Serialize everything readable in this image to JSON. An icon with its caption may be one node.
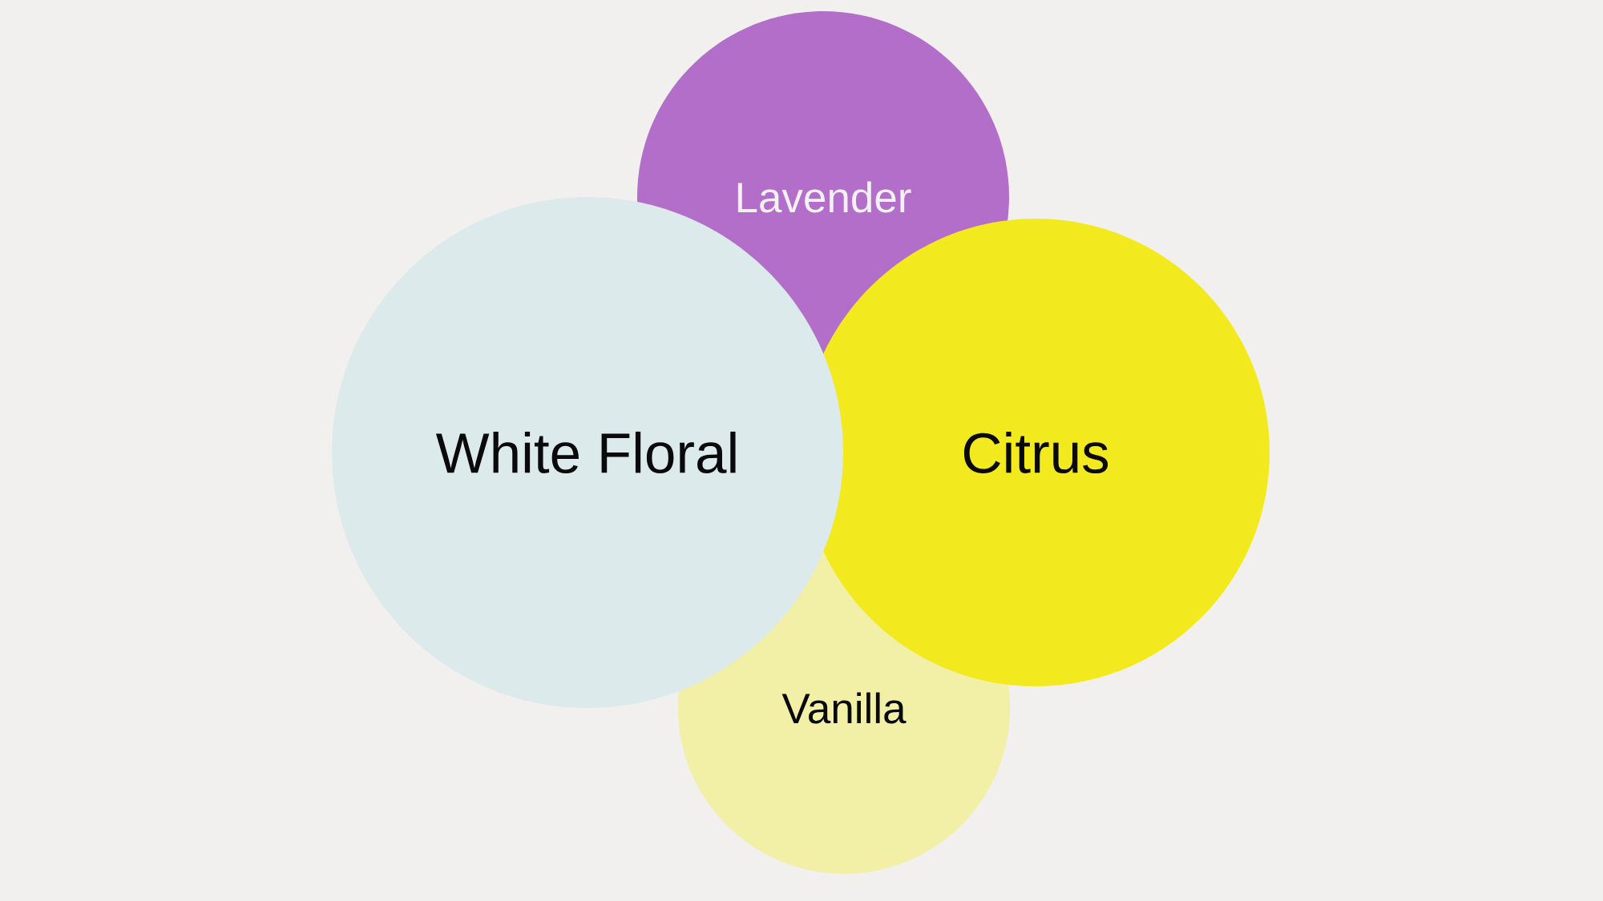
{
  "diagram": {
    "nodes": [
      {
        "text": [
          "Lavender"
        ]
      },
      {
        "text": [
          "White Floral"
        ]
      },
      {
        "text": [
          "Citrus"
        ]
      },
      {
        "text": [
          "Vanilla"
        ]
      }
    ]
  }
}
